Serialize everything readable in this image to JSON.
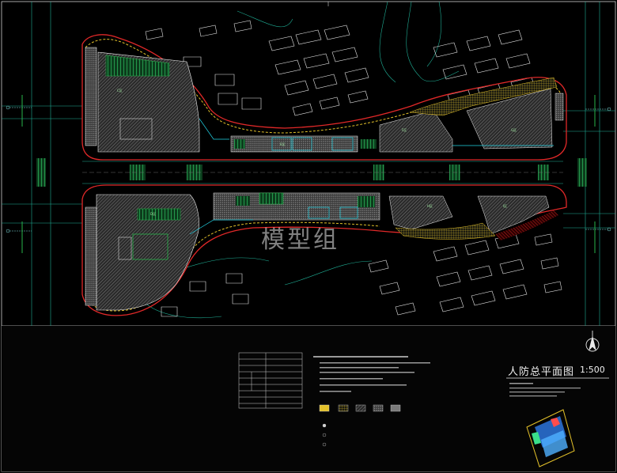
{
  "title": {
    "name": "人防总平面图",
    "scale": "1:500"
  },
  "watermark": "模型组",
  "colors": {
    "background": "#000000",
    "frame": "#d8d8d8",
    "building_outline": "#f0f0f0",
    "red_line": "#e02828",
    "green_zone": "#27b34a",
    "cyan": "#22d3e6",
    "yellow": "#e3c12a",
    "hatch": "#9a9a9a",
    "road_line": "#1fae95"
  },
  "icons": {
    "north_arrow": "compass-north-icon",
    "key_plan": "location-key-plan-icon"
  }
}
